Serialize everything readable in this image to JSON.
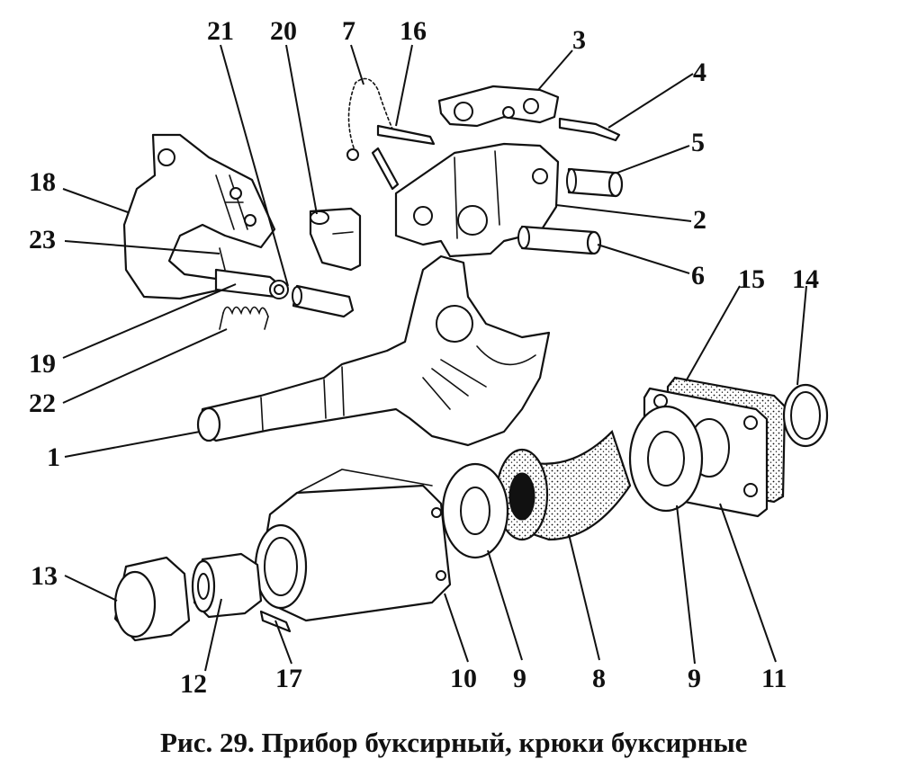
{
  "caption": "Рис. 29. Прибор буксирный, крюки буксирные",
  "labels": {
    "l1": "1",
    "l2": "2",
    "l3": "3",
    "l4": "4",
    "l5": "5",
    "l6": "6",
    "l7": "7",
    "l8": "8",
    "l9a": "9",
    "l9b": "9",
    "l10": "10",
    "l11": "11",
    "l12": "12",
    "l13": "13",
    "l14": "14",
    "l15": "15",
    "l16": "16",
    "l17": "17",
    "l18": "18",
    "l19": "19",
    "l20": "20",
    "l21": "21",
    "l22": "22",
    "l23": "23"
  },
  "colors": {
    "ink": "#111111",
    "paper": "#ffffff"
  }
}
